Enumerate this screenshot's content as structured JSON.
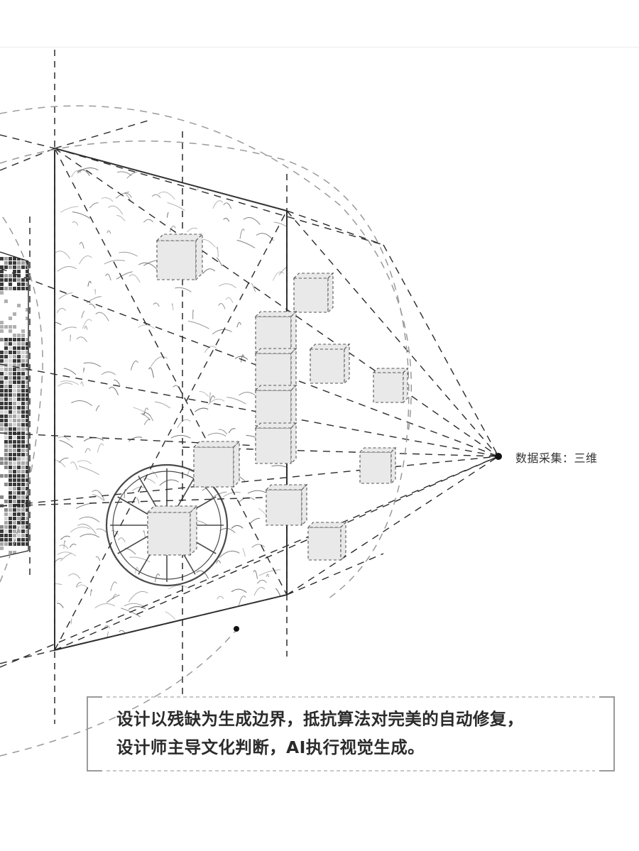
{
  "labels": {
    "sensor": "数据采集：三维"
  },
  "caption": {
    "line1": "设计以残缺为生成边界，抵抗算法对完美的自动修复，",
    "line2": "设计师主导文化判断，AI执行视觉生成。"
  },
  "colors": {
    "line": "#2a2a2a",
    "arc": "#9a9a9a",
    "cube_fill": "#e9e9e9",
    "pixel_dark": "#3a3a3a",
    "pixel_gray": "#9c9c9c"
  },
  "icons": [
    "sensor-point-icon",
    "pointer-dot-icon"
  ]
}
